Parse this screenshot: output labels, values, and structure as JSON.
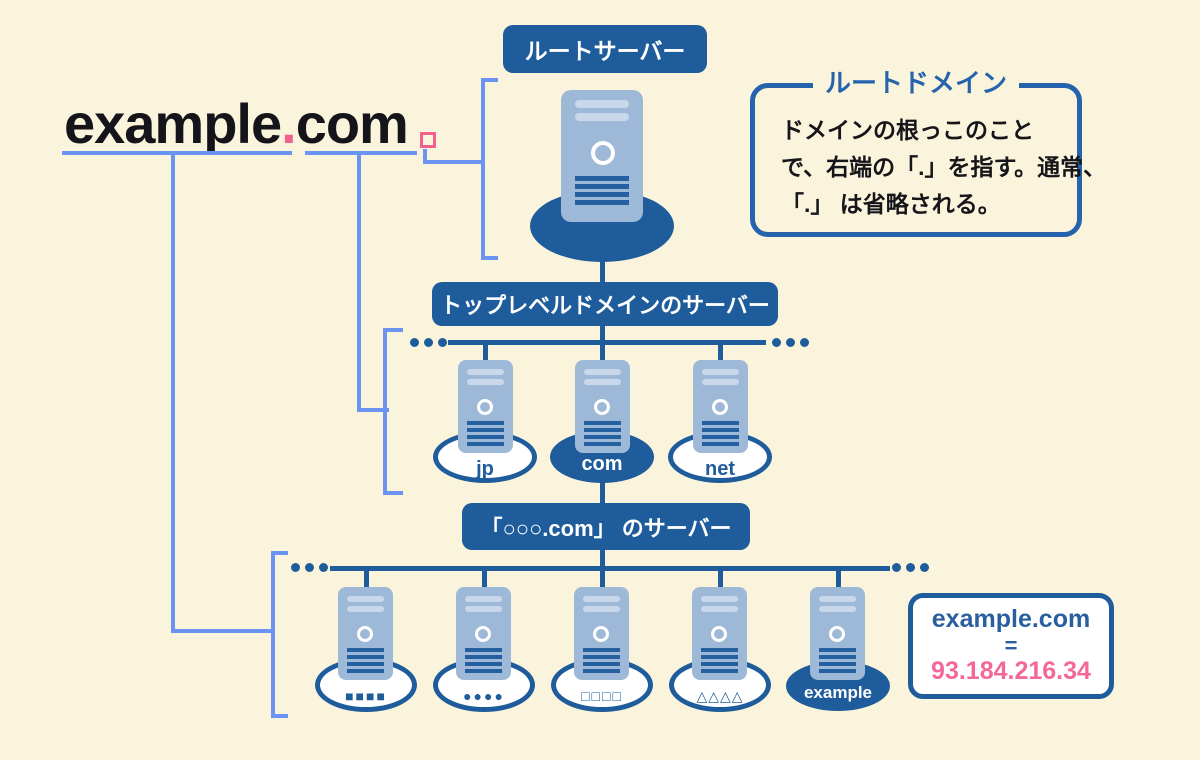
{
  "heading": {
    "name": "example",
    "dot": ".",
    "tld": "com"
  },
  "tiers": {
    "root": {
      "label": "ルートサーバー"
    },
    "tld": {
      "label": "トップレベルドメインのサーバー",
      "servers": [
        {
          "label": "jp"
        },
        {
          "label": "com"
        },
        {
          "label": "net"
        }
      ]
    },
    "com": {
      "label": "「○○○.com」 のサーバー",
      "servers": [
        {
          "label": "■■■■"
        },
        {
          "label": "●●●●"
        },
        {
          "label": "□□□□"
        },
        {
          "label": "△△△△"
        },
        {
          "label": "example"
        }
      ]
    }
  },
  "callout": {
    "title": "ルートドメイン",
    "lines": [
      "ドメインの根っこのこと",
      "で、右端の「.」を指す。通常、",
      "「.」 は省略される。"
    ]
  },
  "result": {
    "domain": "example.com",
    "equals": "=",
    "ip": "93.184.216.34"
  },
  "colors": {
    "background": "#FBF4DC",
    "dark_blue": "#1E5C9C",
    "server_body_blue": "#9EB9D8",
    "server_stripe_light": "#C8D8EA",
    "connector_periwinkle": "#6B94F2",
    "pink_dot": "#F2618D",
    "ip_pink": "#F4679A",
    "callout_blue": "#2563AC"
  }
}
